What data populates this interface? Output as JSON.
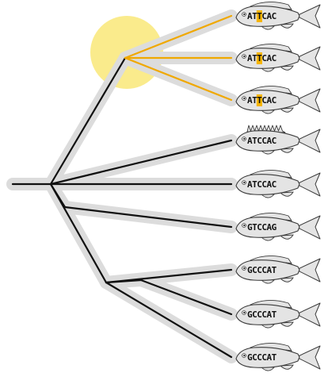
{
  "colors": {
    "branch": "#111111",
    "halo": "#dcdcdc",
    "highlight_branch": "#f0a800",
    "sun": "#faeb8c",
    "fish_fill": "#e4e4e4",
    "fish_stroke": "#3a3a3a",
    "mutation_bg": "#f5b400"
  },
  "sequences": [
    {
      "text": "ATTCAC",
      "highlight_index": 2,
      "fin": "normal"
    },
    {
      "text": "ATTCAC",
      "highlight_index": 2,
      "fin": "normal"
    },
    {
      "text": "ATTCAC",
      "highlight_index": 2,
      "fin": "normal"
    },
    {
      "text": "ATCCAC",
      "highlight_index": -1,
      "fin": "spiny"
    },
    {
      "text": "ATCCAC",
      "highlight_index": -1,
      "fin": "normal"
    },
    {
      "text": "GTCCAG",
      "highlight_index": -1,
      "fin": "normal"
    },
    {
      "text": "GCCCAT",
      "highlight_index": -1,
      "fin": "normal"
    },
    {
      "text": "GCCCAT",
      "highlight_index": -1,
      "fin": "normal"
    },
    {
      "text": "GCCCAT",
      "highlight_index": -1,
      "fin": "normal"
    }
  ],
  "icons": {
    "fish": "fish-icon",
    "sun": "sun-icon"
  }
}
